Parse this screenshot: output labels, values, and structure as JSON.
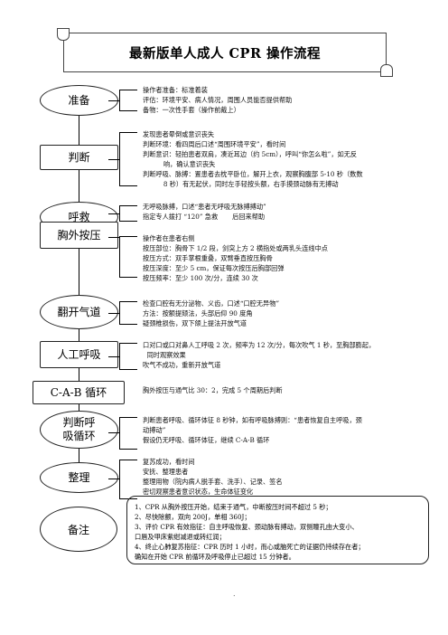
{
  "title": "最新版单人成人 CPR 操作流程",
  "steps": [
    {
      "label": "准备",
      "details": [
        "操作者准备：标准着装",
        "评估：环境平安、病人情况，周围人员能否提供帮助",
        "备物：一次性手套（操作前戴上）"
      ]
    },
    {
      "label": "判断",
      "details": [
        "发现患者晕倒或意识丧失",
        "判断环境：看四周后口述“周围环境平安”，看时间",
        "判断意识：轻拍患者双肩，凑近耳边（约 5cm），呼叫“你怎么啦”，如无反",
        "          响，确认意识丧失",
        "判断呼吸、脉搏：置患者去枕平卧位，解开上衣，观察胸腹部 5-10 秒（数数",
        "          8 秒）有无起伏，同时左手轻按头额，右手摸颈动脉有无搏动"
      ]
    },
    {
      "label": "呼救",
      "details": [
        "无呼吸脉搏，口述“患者无呼吸无脉搏搏动”",
        "指定专人拨打 “120” 急救       后回来帮助"
      ]
    },
    {
      "label": "胸外按压",
      "details": [
        "操作者在患者右侧",
        "按压部位：胸骨下 1/2 段，剑突上方 2 横指处或两乳头连线中点",
        "按压方式：双手掌根重叠，双臂垂直按压胸骨",
        "按压深度：至少 5 cm，保证每次按压后胸部回弹",
        "按压频率：至少 100 次/分，连续 30 次"
      ]
    },
    {
      "label": "翻开气道",
      "details": [
        "检查口腔有无分泌物、义齿，口述“口腔无异物”",
        "方法：按额提颏法，头部后仰 90 度角",
        "疑颈椎损伤，双下颌上提法开放气道"
      ]
    },
    {
      "label": "人工呼吸",
      "details": [
        "口对口或口对鼻人工呼吸 2 次，频率为 12 次/分，每次吹气 1 秒，至胸部膨起，",
        "  同时观察效果",
        "吹气不成功，重新开放气道"
      ]
    },
    {
      "label": "C-A-B 循环",
      "details": [
        "胸外按压与通气比 30：2，完成 5 个周期后判断"
      ]
    },
    {
      "label": "判断呼\n吸循环",
      "details": [
        "判断患者呼吸、循环体征 8 秒钟，如有呼吸脉搏则：“患者恢复自主呼吸，颈",
        "动搏动”",
        "假设仍无呼吸、循环体征，继续 C-A-B 循环"
      ]
    },
    {
      "label": "整理",
      "details": [
        "复苏成功，看时间",
        "安抚、整理患者",
        "整理用物（院内病人脱手套、洗手）、记录、签名",
        "密切观察患者意识状态，生命体征变化"
      ]
    }
  ],
  "note": {
    "label": "备注",
    "lines": [
      "1、CPR 从胸外按压开始，结束于通气，中断按压时间不超过 5 秒；",
      "2、尽快除颤，双向 200J，单相 360J；",
      "3、评价 CPR 有效指征：自主呼吸恢复、颈动脉有搏动，双侧瞳孔由大变小、",
      "口唇及甲床紫绀减退或转红润；",
      "4、终止心肺复苏指征：CPR 历时 1 小时，而心或脑死亡的证据仍持续存在者；",
      "确知在开始 CPR 前循环及呼吸停止已超过 15 分钟者。"
    ]
  },
  "footer_mark": "."
}
